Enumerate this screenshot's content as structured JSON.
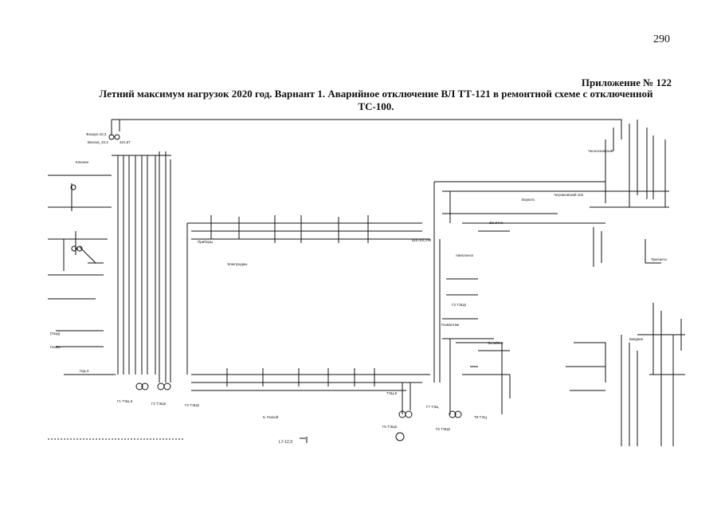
{
  "page_number": "290",
  "appendix": "Приложение № 122",
  "title_line1": "Летний максимум нагрузок 2020 год. Варнант 1. Аварийное отключение ВЛ ТТ-121 в ремонтной схеме с отключенной",
  "title_line2": "ТС-100.",
  "labels": {
    "bottom_node": "L7-12,3"
  }
}
